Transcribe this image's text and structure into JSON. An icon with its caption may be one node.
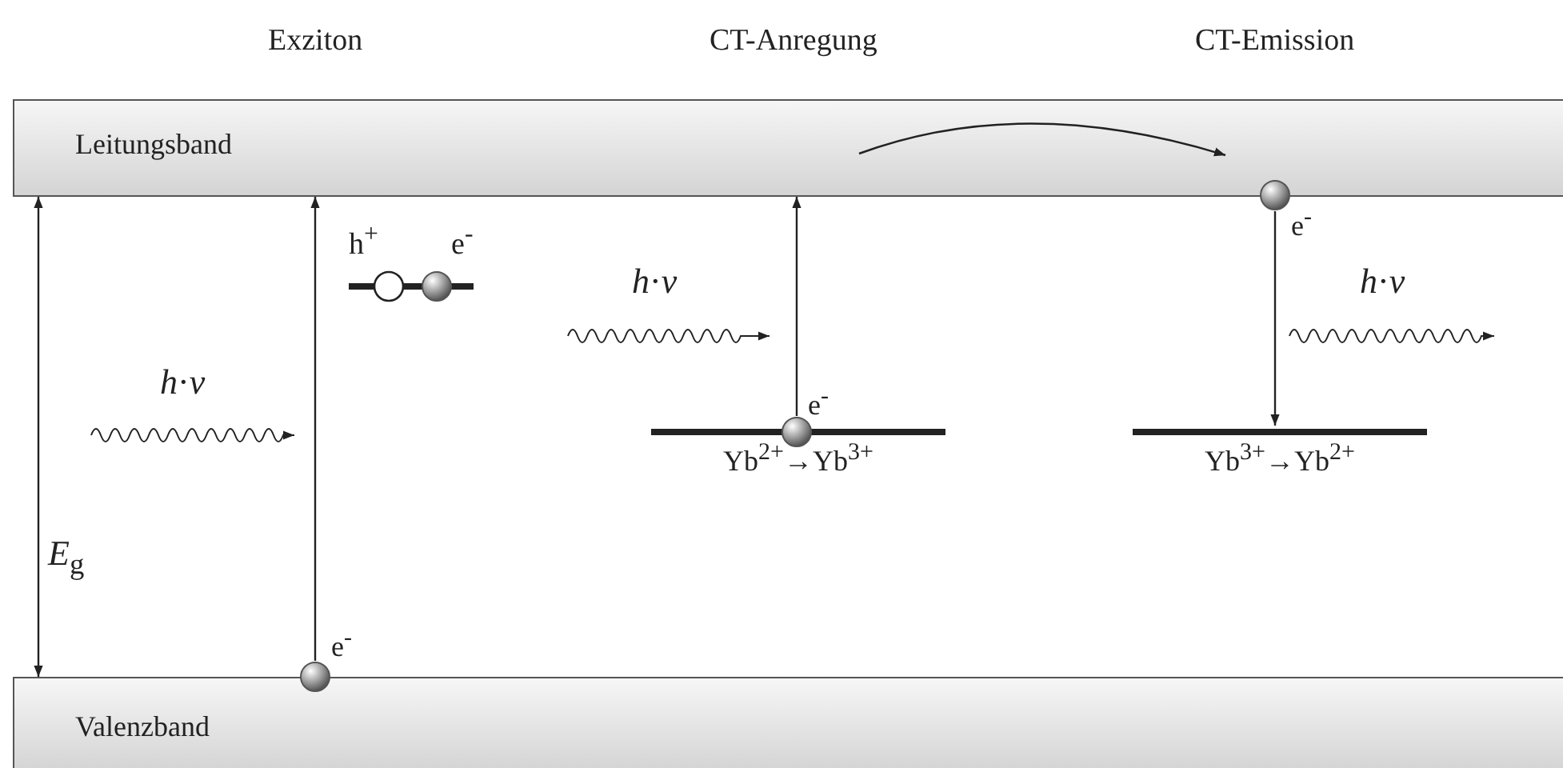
{
  "diagram": {
    "nodes": [
      {
        "text": [
          "Leitungsband"
        ]
      },
      {
        "text": [
          "Valenzband"
        ]
      },
      {
        "text": [],
        "shape": "circle",
        "beside": [
          "e$^{-}$"
        ]
      },
      {
        "text": [
          "Yb$^{2+}$→Yb$^{3+}$"
        ]
      },
      {
        "text": [],
        "shape": "circle",
        "beside": [
          "e$^{-}$"
        ]
      },
      {
        "text": [],
        "shape": "circle",
        "beside": [
          "e$^{-}$"
        ]
      },
      {
        "text": [
          "Yb$^{3+}$→Yb$^{2+}$"
        ]
      }
    ],
    "edges": [
      {
        "from": 2,
        "to": 0,
        "arrow": "to"
      },
      {
        "from": 4,
        "to": 0,
        "arrow": "to"
      },
      {
        "from": 5,
        "to": 6,
        "arrow": "to"
      },
      {
        "from": 0,
        "to": 1,
        "arrow": "both",
        "label": "*E*$_{g}$"
      }
    ],
    "labels": [
      "Exziton",
      "CT-Anregung",
      "CT-Emission",
      "h$^{+}$",
      "e$^{-}$",
      "*h*·*ν*",
      "*h*·*ν*",
      "*h*·*ν*"
    ]
  }
}
